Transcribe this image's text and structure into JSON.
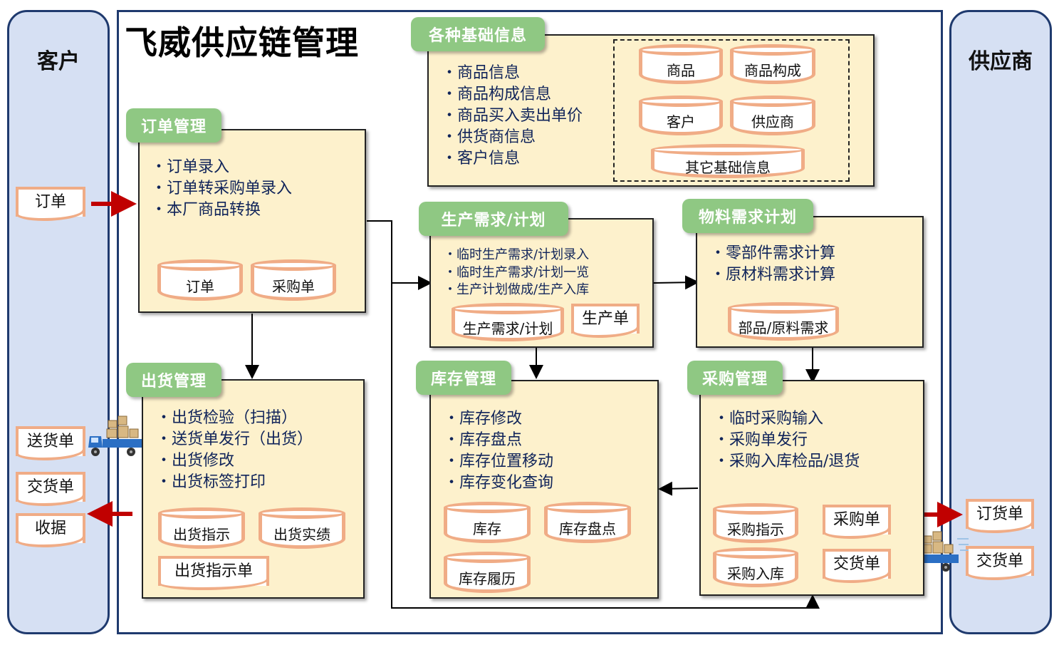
{
  "customer": {
    "title": "客户",
    "docs": [
      "订单",
      "送货单",
      "交货单",
      "收据"
    ]
  },
  "supplier": {
    "title": "供应商",
    "docs": [
      "订货单",
      "交货单"
    ]
  },
  "app_title": "飞威供应链管理",
  "basic_info": {
    "title": "各种基础信息",
    "items": [
      "商品信息",
      "商品构成信息",
      "商品买入卖出单价",
      "供货商信息",
      "客户信息"
    ],
    "stores": [
      "商品",
      "商品构成",
      "客户",
      "供应商",
      "其它基础信息"
    ]
  },
  "order_mgmt": {
    "title": "订单管理",
    "items": [
      "订单录入",
      "订单转采购单录入",
      "本厂商品转换"
    ],
    "stores": [
      "订单",
      "采购单"
    ]
  },
  "production": {
    "title": "生产需求/计划",
    "items": [
      "临时生产需求/计划录入",
      "临时生产需求/计划一览",
      "生产计划做成/生产入库"
    ],
    "stores": [
      "生产需求/计划"
    ],
    "docs": [
      "生产单"
    ]
  },
  "material": {
    "title": "物料需求计划",
    "items": [
      "零部件需求计算",
      "原材料需求计算"
    ],
    "stores": [
      "部品/原料需求"
    ]
  },
  "shipping": {
    "title": "出货管理",
    "items": [
      "出货检验（扫描）",
      "送货单发行（出货）",
      "出货修改",
      "出货标签打印"
    ],
    "stores": [
      "出货指示",
      "出货实绩"
    ],
    "docs": [
      "出货指示单"
    ]
  },
  "inventory": {
    "title": "库存管理",
    "items": [
      "库存修改",
      "库存盘点",
      "库存位置移动",
      "库存变化查询"
    ],
    "stores": [
      "库存",
      "库存盘点",
      "库存履历"
    ]
  },
  "purchase": {
    "title": "采购管理",
    "items": [
      "临时采购输入",
      "采购单发行",
      "采购入库检品/退货"
    ],
    "stores": [
      "采购指示",
      "采购入库"
    ],
    "docs": [
      "采购单",
      "交货单"
    ]
  },
  "colors": {
    "side_bg": "#d6e0f3",
    "frame": "#1f3a6e",
    "panel_bg": "#fdf1cc",
    "header_green": "#8fc883",
    "store_border": "#f0ac86",
    "arrow_red": "#c00000",
    "text_blue": "#10245a"
  }
}
